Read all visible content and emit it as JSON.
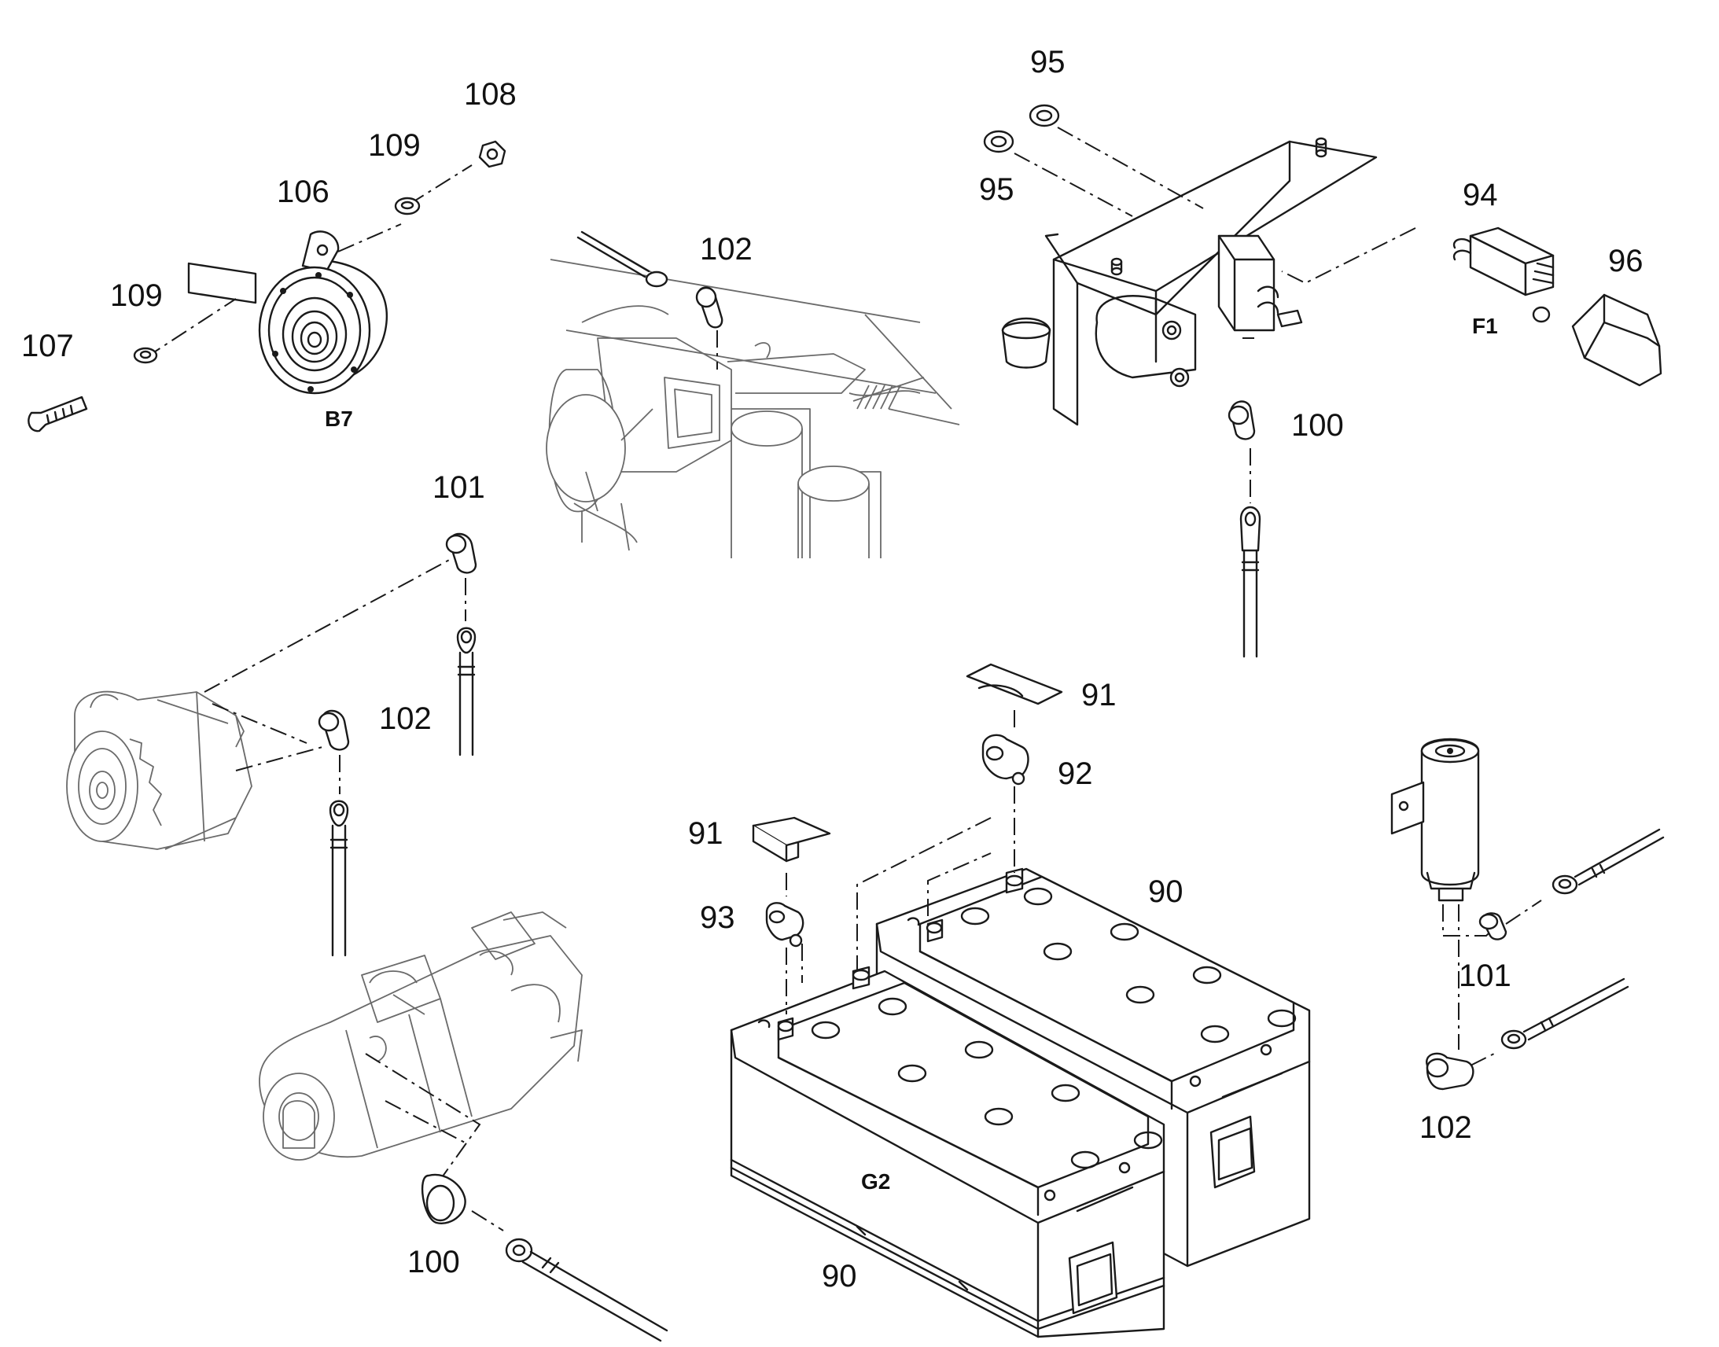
{
  "callouts": {
    "c95a": "95",
    "c95b": "95",
    "c94": "94",
    "c96": "96",
    "c100a": "100",
    "c108": "108",
    "c109a": "109",
    "c106": "106",
    "c109b": "109",
    "c107": "107",
    "c102a": "102",
    "c101a": "101",
    "c102b": "102",
    "c91a": "91",
    "c92": "92",
    "c91b": "91",
    "c93": "93",
    "c90a": "90",
    "c90b": "90",
    "c101b": "101",
    "c102c": "102",
    "c100b": "100"
  },
  "designators": {
    "horn": "B7",
    "fuse": "F1",
    "battery": "G2"
  }
}
